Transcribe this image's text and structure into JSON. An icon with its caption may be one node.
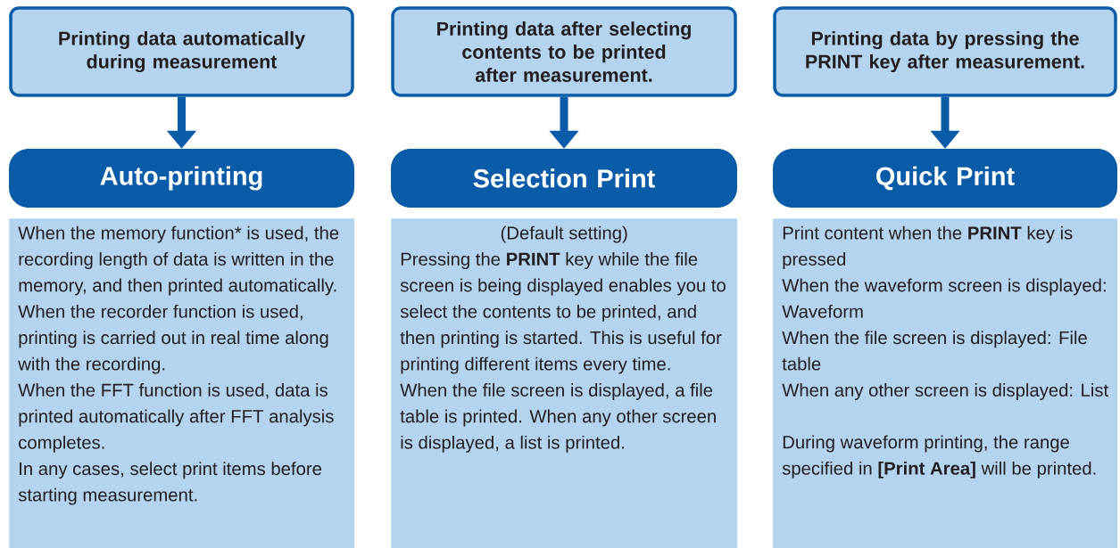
{
  "diagram": {
    "nodes": [
      {
        "text": [
          "Printing data automatically during measurement"
        ]
      },
      {
        "text": [
          "Printing data after selecting contents to be printed after measurement."
        ]
      },
      {
        "text": [
          "Printing data by pressing the **PRINT** key after measurement."
        ]
      },
      {
        "text": [
          "Auto-printing"
        ]
      },
      {
        "text": [
          "Selection Print"
        ]
      },
      {
        "text": [
          "Quick Print"
        ]
      },
      {
        "text": [
          "When the memory function* is used, the recording length of data is written in the memory, and then printed automatically.",
          "When the recorder function is used, printing is carried out in real time along with the recording.",
          "When the FFT function is used, data is printed automatically after FFT analysis completes.",
          "In any cases, select print items before starting measurement."
        ]
      },
      {
        "text": [
          "(Default setting)",
          "Pressing the **PRINT** key while the file screen is being displayed enables you to select the contents to be printed, and then printing is started. This is useful for printing different items every time.",
          "When the file screen is displayed, a file table is printed. When any other screen is displayed, a list is printed."
        ]
      },
      {
        "text": [
          "Print content when the **PRINT** key is pressed",
          "When the waveform screen is displayed: Waveform",
          "When the file screen is displayed: File table",
          "When any other screen is displayed: List",
          "During waveform printing, the range specified in **[Print Area]** will be printed."
        ]
      }
    ],
    "edges": [
      {
        "from": 0,
        "to": 3,
        "arrow": "to"
      },
      {
        "from": 1,
        "to": 4,
        "arrow": "to"
      },
      {
        "from": 2,
        "to": 5,
        "arrow": "to"
      }
    ]
  }
}
